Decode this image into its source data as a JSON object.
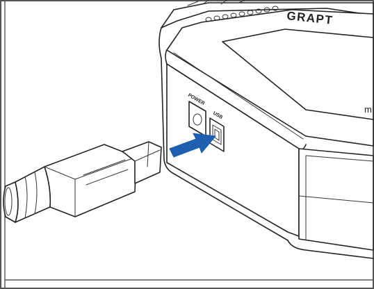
{
  "device": {
    "brand_text": "GRAPT",
    "power_port_label": "POWER",
    "usb_port_label": "USB",
    "side_text": "m"
  },
  "arrow": {
    "color": "#1f5fb0"
  },
  "colors": {
    "line": "#222222",
    "frame": "#555555",
    "background": "#ffffff"
  }
}
